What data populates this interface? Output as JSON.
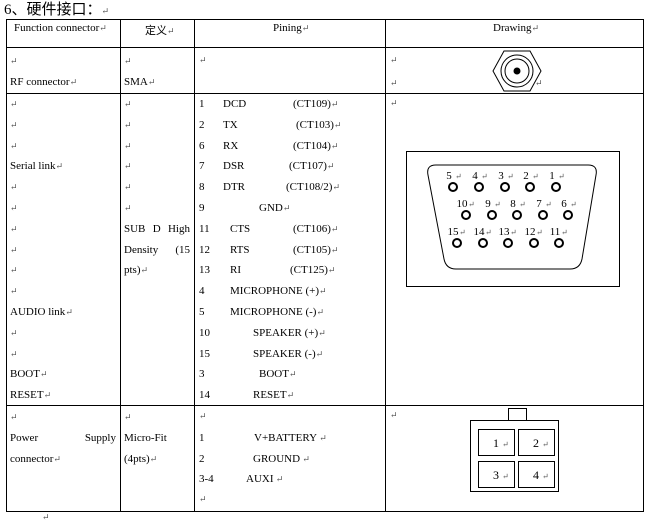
{
  "heading": "6、硬件接口：",
  "columns": {
    "function": "Function connector",
    "definition": "定义",
    "pining": "Pining",
    "drawing": "Drawing"
  },
  "rf": {
    "function": "RF connector",
    "definition": "SMA"
  },
  "serial": {
    "function": "Serial link",
    "audio": "AUDIO link",
    "boot": "BOOT",
    "reset": "RESET",
    "definition_line1_a": "SUB",
    "definition_line1_b": "D",
    "definition_line1_c": "High",
    "definition_line2_a": "Density",
    "definition_line2_b": "(15",
    "definition_line3": "pts)",
    "pins": [
      {
        "num": "1",
        "name": "DCD",
        "ct": "(CT109)"
      },
      {
        "num": "2",
        "name": "TX",
        "ct": "(CT103)"
      },
      {
        "num": "6",
        "name": "RX",
        "ct": "(CT104)"
      },
      {
        "num": "7",
        "name": "DSR",
        "ct": "(CT107)"
      },
      {
        "num": "8",
        "name": "DTR",
        "ct": "(CT108/2)"
      },
      {
        "num": "9",
        "name": "GND",
        "ct": ""
      },
      {
        "num": "11",
        "name": "CTS",
        "ct": "(CT106)"
      },
      {
        "num": "12",
        "name": "RTS",
        "ct": "(CT105)"
      },
      {
        "num": "13",
        "name": "RI",
        "ct": "(CT125)"
      },
      {
        "num": "4",
        "name": "MICROPHONE (+)",
        "ct": ""
      },
      {
        "num": "5",
        "name": "MICROPHONE (-)",
        "ct": ""
      },
      {
        "num": "10",
        "name": "SPEAKER (+)",
        "ct": ""
      },
      {
        "num": "15",
        "name": "SPEAKER (-)",
        "ct": ""
      },
      {
        "num": "3",
        "name": "BOOT",
        "ct": ""
      },
      {
        "num": "14",
        "name": "RESET",
        "ct": ""
      }
    ],
    "db15_top": [
      "5",
      "4",
      "3",
      "2",
      "1"
    ],
    "db15_mid": [
      "10",
      "9",
      "8",
      "7",
      "6"
    ],
    "db15_bot": [
      "15",
      "14",
      "13",
      "12",
      "11"
    ]
  },
  "power": {
    "function_a": "Power",
    "function_b": "Supply",
    "function_c": "connector",
    "definition_a": "Micro-Fit",
    "definition_b": "(4pts)",
    "pins": [
      {
        "num": "1",
        "name": "V+BATTERY"
      },
      {
        "num": "2",
        "name": "GROUND"
      },
      {
        "num": "3-4",
        "name": "AUXI"
      }
    ],
    "connector_pins": [
      "1",
      "2",
      "3",
      "4"
    ]
  },
  "paragraph_mark": "↵"
}
